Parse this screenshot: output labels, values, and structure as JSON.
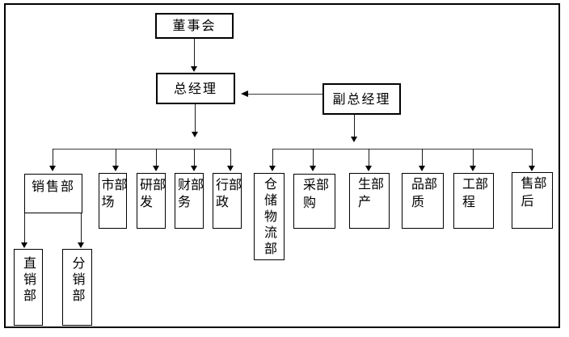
{
  "diagram": {
    "type": "org-chart",
    "background_color": "#ffffff",
    "line_color": "#000000",
    "box_border_color": "#000000",
    "text_color": "#000000"
  },
  "nodes": {
    "board": {
      "label": "董事会"
    },
    "gm": {
      "label": "总经理"
    },
    "dgm": {
      "label": "副总经理"
    },
    "sales": {
      "label": "销售部"
    },
    "market": {
      "label": "市场部"
    },
    "rnd": {
      "label": "研发部"
    },
    "finance": {
      "label": "财务部"
    },
    "admin": {
      "label": "行政部"
    },
    "warehouse": {
      "label": "仓储物流部"
    },
    "purchase": {
      "label": "采购部"
    },
    "production": {
      "label": "生产部"
    },
    "quality": {
      "label": "品质部"
    },
    "engineering": {
      "label": "工程部"
    },
    "aftersales": {
      "label": "售后部"
    },
    "direct": {
      "label": "直销部"
    },
    "dist": {
      "label": "分销部"
    }
  },
  "edges": [
    {
      "from": "董事会",
      "to": "总经理"
    },
    {
      "from": "副总经理",
      "to": "总经理"
    },
    {
      "from": "总经理",
      "to": "销售部"
    },
    {
      "from": "总经理",
      "to": "市场部"
    },
    {
      "from": "总经理",
      "to": "研发部"
    },
    {
      "from": "总经理",
      "to": "财务部"
    },
    {
      "from": "总经理",
      "to": "行政部"
    },
    {
      "from": "副总经理",
      "to": "仓储物流部"
    },
    {
      "from": "副总经理",
      "to": "采购部"
    },
    {
      "from": "副总经理",
      "to": "生产部"
    },
    {
      "from": "副总经理",
      "to": "品质部"
    },
    {
      "from": "副总经理",
      "to": "工程部"
    },
    {
      "from": "副总经理",
      "to": "售后部"
    },
    {
      "from": "销售部",
      "to": "直销部"
    },
    {
      "from": "销售部",
      "to": "分销部"
    }
  ]
}
